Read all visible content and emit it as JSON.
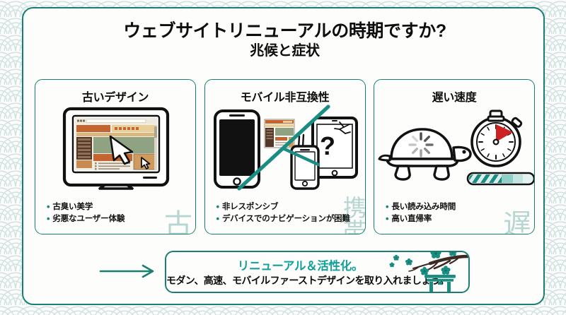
{
  "header": {
    "title": "ウェブサイトリニューアルの時期ですか?",
    "subtitle": "兆候と症状"
  },
  "panels": [
    {
      "id": "outdated-design",
      "title": "古いデザイン",
      "bullets": [
        "古臭い美学",
        "劣悪なユーザー体験"
      ],
      "watermark": "古",
      "icon": "crt-monitor-icon"
    },
    {
      "id": "mobile-incompatibility",
      "title": "モバイル非互換性",
      "bullets": [
        "非レスポンシブ",
        "デバイスでのナビゲーションが困難"
      ],
      "watermark": "携帯",
      "icon": "mobile-devices-icon"
    },
    {
      "id": "slow-speed",
      "title": "遅い速度",
      "bullets": [
        "長い読み込み時間",
        "高い直帰率"
      ],
      "watermark": "遅",
      "icon": "turtle-stopwatch-icon"
    }
  ],
  "footer": {
    "headline": "リニューアル＆活性化。",
    "subtext": "モダン、高速、モバイルファーストデザインを取り入れましょう。",
    "arrow": "right-arrow-icon",
    "decoration": "sakura-branch-torii-icon"
  },
  "colors": {
    "teal_border": "#1a7f72",
    "teal_accent": "#12a09a",
    "watermark": "#1a7f72",
    "pattern": "#cfe2e0",
    "card_bg": "#fdfdfb",
    "text": "#0d0d0d",
    "retro_orange": "#c4642f",
    "retro_sage": "#8fa383",
    "retro_brown": "#53382a",
    "retro_cream": "#e8cf9a",
    "stopwatch_red": "#cc2222"
  }
}
